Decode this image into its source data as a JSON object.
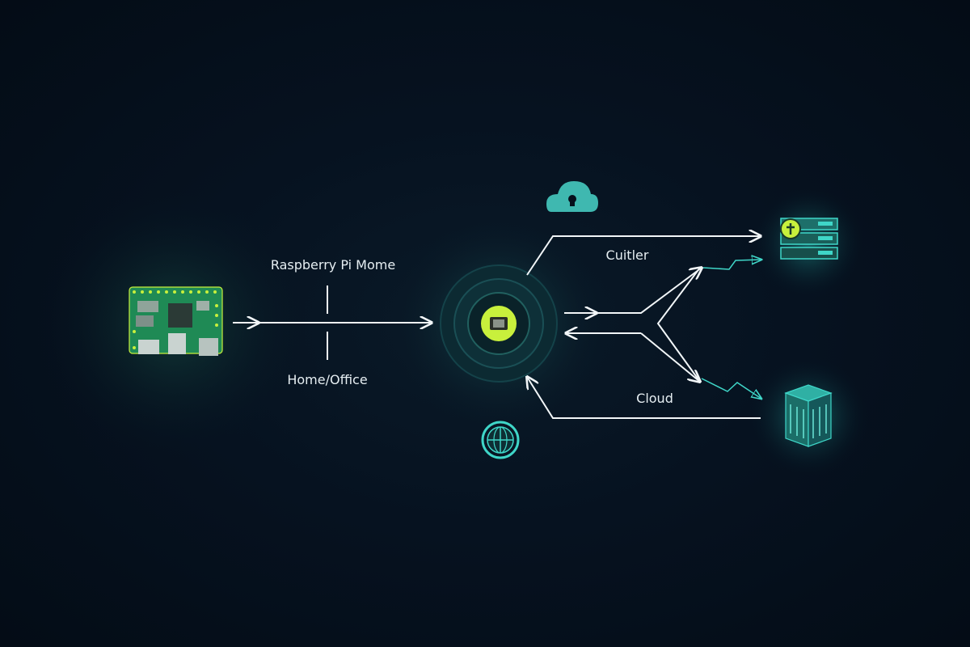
{
  "labels": {
    "top_left": "Raspberry Pi Mome",
    "bottom_left": "Home/Office",
    "top_right": "Cuitler",
    "bottom_right": "Cloud"
  },
  "colors": {
    "background": "#06101c",
    "accent_teal": "#3fd6c8",
    "accent_lime": "#c8f03c",
    "board_green": "#1f8a55",
    "line_white": "#f2f6f8"
  },
  "icons": {
    "device": "raspberry-pi-board-icon",
    "hub": "gateway-hub-icon",
    "cloud": "cloud-lock-icon",
    "globe": "globe-icon",
    "server_top": "server-stack-icon",
    "server_bottom": "storage-cube-icon"
  }
}
